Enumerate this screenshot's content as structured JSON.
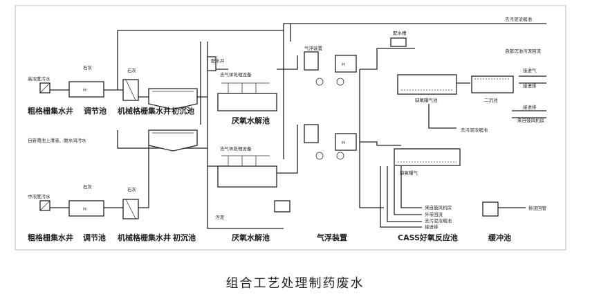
{
  "caption": "组合工艺处理制药废水",
  "labels": {
    "gao_nongdu_water": "高浓度污水",
    "gao_lime": "石灰",
    "gao_lime2": "石灰",
    "gao_coarse_grid": "粗格栅集水井",
    "gao_tiaojie": "调节池",
    "gao_mech_grid": "机械格栅集水井",
    "gao_sediment": "初沉池",
    "peishuijing": "配水井",
    "qiti_1": "去气体处理设备",
    "yanyang_1": "厌氧水解池",
    "qiti_2": "去气体处理设备",
    "yanyang_2": "厌氧水解池",
    "qifu": "气浮装置",
    "peishuiqu": "配水槽",
    "qiqi_top": "去污泥浓缩池",
    "recirc": "自部沉池污泥回流",
    "zhaoqi_1": "接进气",
    "zhaoqi_2": "接进排",
    "aeration_1": "缺氧曝气池",
    "erchen": "二沉池",
    "zhaoqi_3": "接进排",
    "laizi_fan": "来自鼓风机房",
    "to_sludge": "去污泥浓缩池",
    "aeration_2": "缺氧曝气",
    "bottom_r1": "来自鼓风机房",
    "bottom_r2": "外带回流",
    "bottom_r3": "去污泥浓缩池",
    "bottom_r4": "接进排",
    "disinfect_out": "排泥回管",
    "zhong_source": "自新港池上清液、脱水间污水",
    "zhong_water": "中浓度污水",
    "zhong_lime": "石灰",
    "zhong_lime2": "石灰",
    "zhong_coarse_grid": "粗格栅集水井",
    "zhong_tiaojie": "调节池",
    "zhong_mech_grid": "机械格栅集水井",
    "zhong_sediment": "初沉池",
    "sludge_box": "污泥",
    "bottom_yanyang": "厌氧水解池",
    "bottom_qifu": "气浮装置",
    "bottom_cass": "CASS好氧反应池",
    "bottom_xiaodu": "缓冲池",
    "small_h1": "H",
    "small_h2": "H",
    "small_h3": "H",
    "small_h4": "H"
  }
}
